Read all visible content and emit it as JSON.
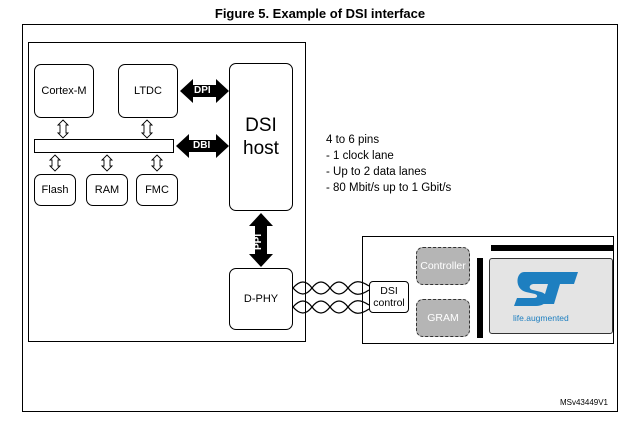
{
  "figure": {
    "title": "Figure 5. Example of DSI interface",
    "code": "MSv43449V1"
  },
  "mcu": {
    "cortex": "Cortex-M",
    "ltdc": "LTDC",
    "flash": "Flash",
    "ram": "RAM",
    "fmc": "FMC",
    "dsi_host_line1": "DSI",
    "dsi_host_line2": "host",
    "dphy": "D-PHY"
  },
  "arrows": {
    "dpi": "DPI",
    "dbi": "DBI",
    "ppi": "PPI"
  },
  "description": {
    "lines": [
      "4 to 6 pins",
      "- 1 clock lane",
      "- Up to 2 data lanes",
      "- 80 Mbit/s up to 1 Gbit/s"
    ]
  },
  "display": {
    "controller": "Controller",
    "gram": "GRAM",
    "dsi_control_line1": "DSI",
    "dsi_control_line2": "control",
    "logo_tagline": "life.augmented",
    "logo_color": "#1e7fc0"
  }
}
